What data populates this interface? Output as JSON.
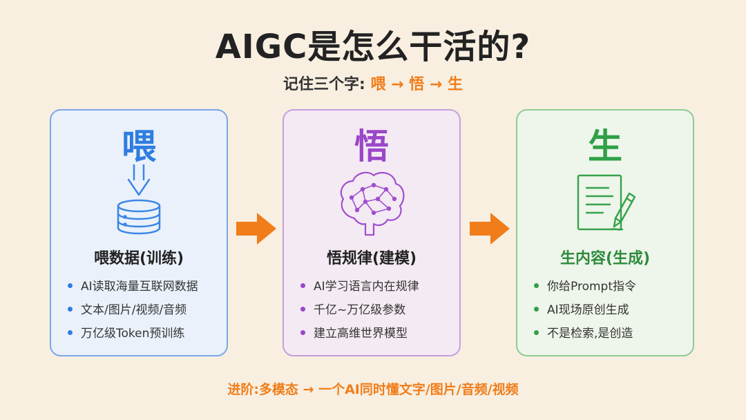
{
  "title": "AIGC是怎么干活的?",
  "subtitle": {
    "prefix": "记住三个字:",
    "steps": [
      "喂",
      "→",
      "悟",
      "→",
      "生"
    ]
  },
  "cards": [
    {
      "char": "喂",
      "icon": "database-download-icon",
      "title": "喂数据(训练)",
      "bullets": [
        "AI读取海量互联网数据",
        "文本/图片/视频/音频",
        "万亿级Token预训练"
      ],
      "color": "#2f7de0"
    },
    {
      "char": "悟",
      "icon": "brain-network-icon",
      "title": "悟规律(建模)",
      "bullets": [
        "AI学习语言内在规律",
        "千亿~万亿级参数",
        "建立高维世界模型"
      ],
      "color": "#9a47c9"
    },
    {
      "char": "生",
      "icon": "document-pen-icon",
      "title": "生内容(生成)",
      "bullets": [
        "你给Prompt指令",
        "AI现场原创生成",
        "不是检索,是创造"
      ],
      "color": "#2fa047"
    }
  ],
  "arrows": [
    "arrow-right-icon",
    "arrow-right-icon"
  ],
  "footer": "进阶:多模态 → 一个AI同时懂文字/图片/音频/视频",
  "colors": {
    "accent": "#f07d1a",
    "background": "#f8efe1"
  }
}
